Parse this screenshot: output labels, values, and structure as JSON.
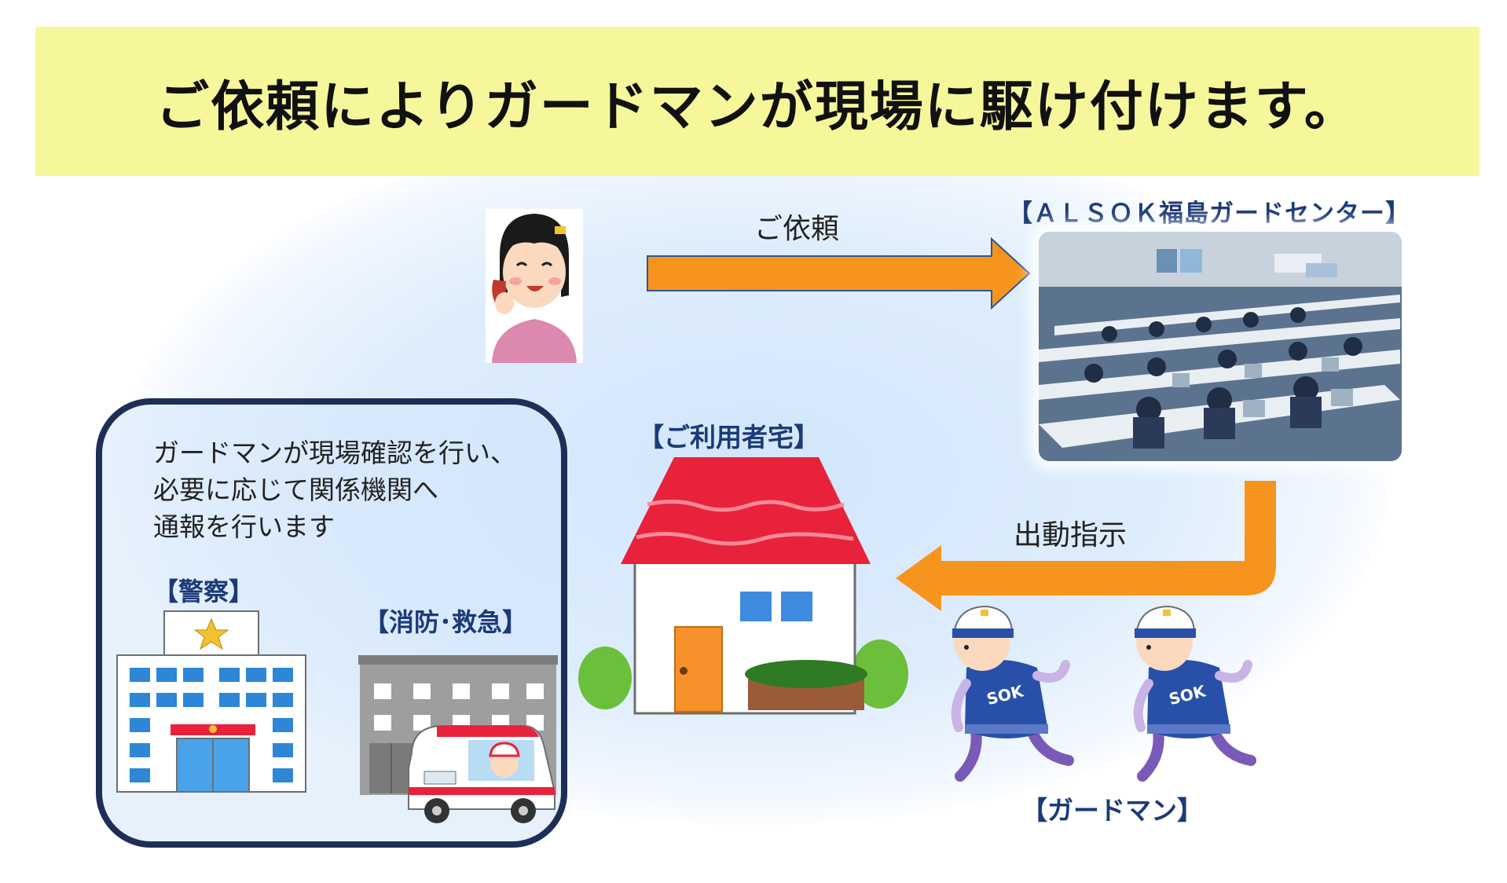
{
  "title": "ご依頼によりガードマンが現場に駆け付けます。",
  "labels": {
    "request": "ご依頼",
    "center": "【ＡＬＳＯＫ福島ガードセンター】",
    "dispatch": "出動指示",
    "home": "【ご利用者宅】",
    "guard": "【ガードマン】",
    "police": "【警察】",
    "fire": "【消防･救急】"
  },
  "panel_text": [
    "ガードマンが現場確認を行い、",
    "必要に応じて関係機関へ",
    "通報を行います"
  ],
  "guard_logo": "SOK",
  "colors": {
    "title_band": "#f6f79b",
    "arrow": "#f7941d",
    "label_blue": "#1c3a78",
    "panel_border": "#1e2e57",
    "roof": "#e8223a",
    "guard_suit": "#2850a8"
  },
  "icons": [
    "caller-woman-illustration",
    "control-room-photo",
    "house-illustration",
    "police-station-illustration",
    "fire-station-illustration",
    "ambulance-illustration",
    "guard-running-illustration"
  ]
}
